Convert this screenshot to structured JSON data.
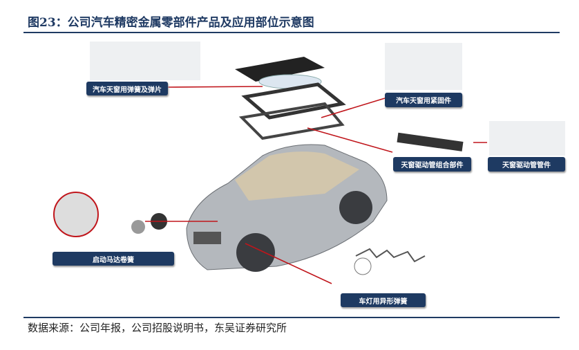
{
  "title": "图23：公司汽车精密金属零部件产品及应用部位示意图",
  "labels": {
    "sunroof_spring": "汽车天窗用弹簧及弹片",
    "sunroof_fastener": "汽车天窗用紧固件",
    "drive_tube_assembly": "天窗驱动管组合部件",
    "drive_tube": "天窗驱动管管件",
    "starter_spring": "启动马达卷簧",
    "lamp_spring": "车灯用异形弹簧"
  },
  "source": "数据来源：公司年报，公司招股说明书，东吴证券研究所",
  "colors": {
    "label_bg": "#1e3a62",
    "line": "#c0151b"
  }
}
